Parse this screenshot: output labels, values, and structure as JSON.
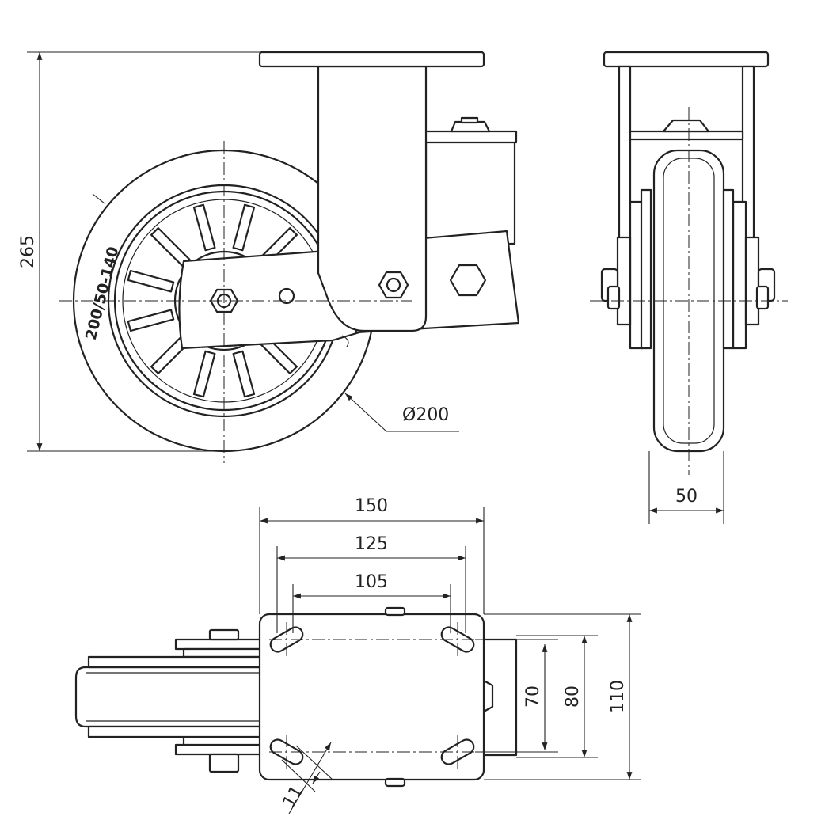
{
  "dimensions": {
    "height": "265",
    "wheel_diameter": "Ø200",
    "tire_spec": "200/50-140",
    "wheel_width": "50",
    "plate_length": "150",
    "hole_spacing_outer": "125",
    "hole_spacing_inner": "105",
    "slot_width": "11",
    "hole_spacing_short": "70",
    "hole_spacing_short_outer": "80",
    "plate_width": "110"
  },
  "colors": {
    "line": "#222222",
    "background": "#ffffff"
  }
}
